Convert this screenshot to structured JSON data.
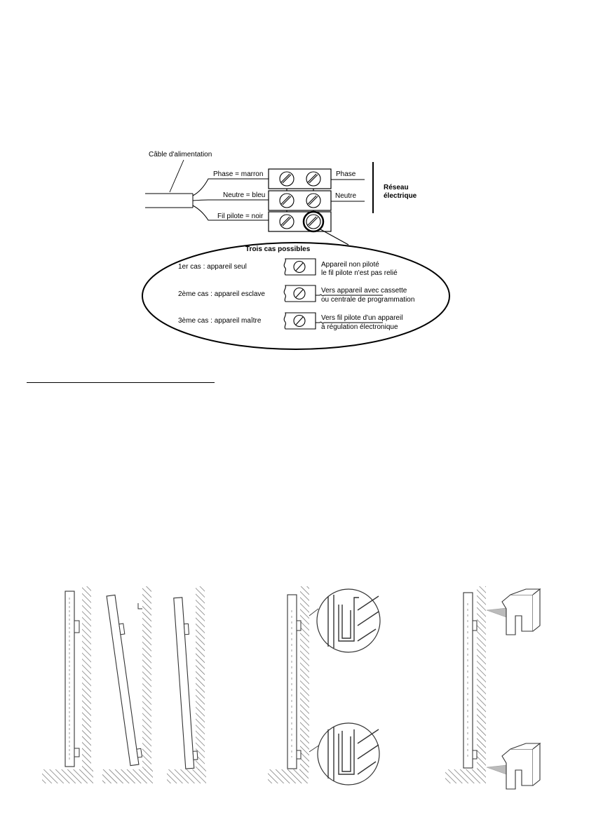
{
  "wiring": {
    "cable_label": "Câble d'alimentation",
    "left_labels": [
      "Phase = marron",
      "Neutre = bleu",
      "Fil pilote = noir"
    ],
    "right_labels": [
      "Phase",
      "Neutre"
    ],
    "network_label": [
      "Réseau",
      "électrique"
    ]
  },
  "cases": {
    "title": "Trois cas possibles",
    "items": [
      {
        "case": "1er cas : appareil seul",
        "desc": [
          "Appareil non piloté",
          "le fil pilote n'est pas relié"
        ]
      },
      {
        "case": "2ème cas : appareil esclave",
        "desc": [
          "Vers appareil avec cassette",
          "ou centrale de programmation"
        ]
      },
      {
        "case": "3ème cas : appareil maître",
        "desc": [
          "Vers fil pilote d'un appareil",
          "à régulation électronique"
        ]
      }
    ]
  }
}
